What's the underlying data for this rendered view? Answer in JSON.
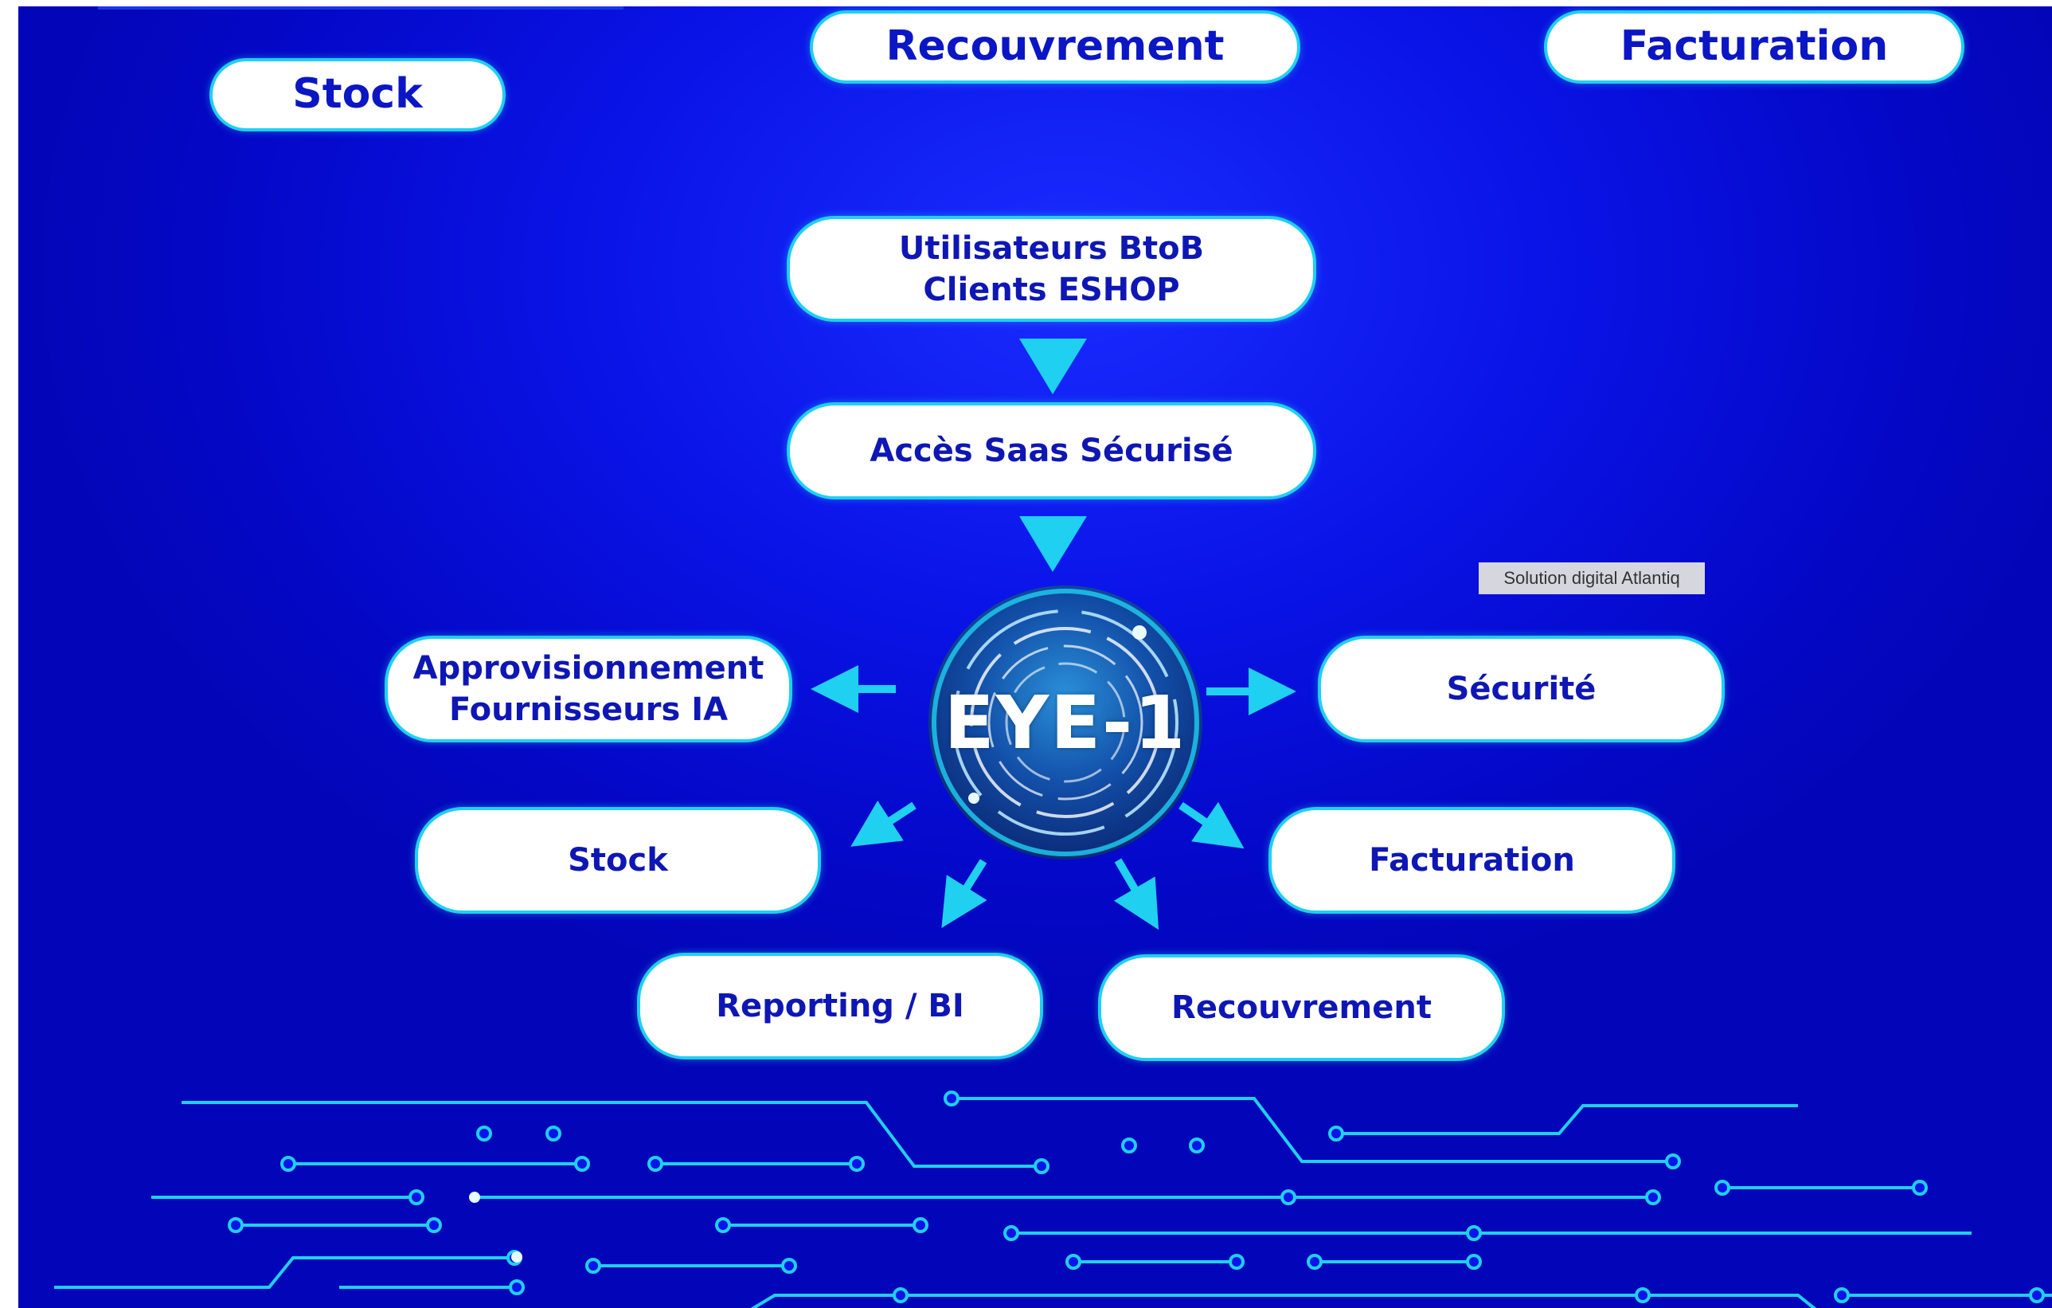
{
  "top_labels": {
    "stock": "Stock",
    "recouvrement": "Recouvrement",
    "facturation": "Facturation"
  },
  "diagram": {
    "users_line1": "Utilisateurs BtoB",
    "users_line2": "Clients ESHOP",
    "access": "Accès Saas Sécurisé",
    "center_logo": "EYE-1",
    "approvisionnement_line1": "Approvisionnement",
    "approvisionnement_line2": "Fournisseurs IA",
    "securite": "Sécurité",
    "stock": "Stock",
    "facturation": "Facturation",
    "reporting": "Reporting / BI",
    "recouvrement": "Recouvrement"
  },
  "tooltip": "Solution digital Atlantiq",
  "colors": {
    "background": "#0a14e8",
    "accent": "#1fd0f0",
    "pill_text": "#0e17b4",
    "pill_fill": "#ffffff"
  },
  "icons": {
    "center": "circuit-ring-logo",
    "decoration": "circuit-lines"
  }
}
